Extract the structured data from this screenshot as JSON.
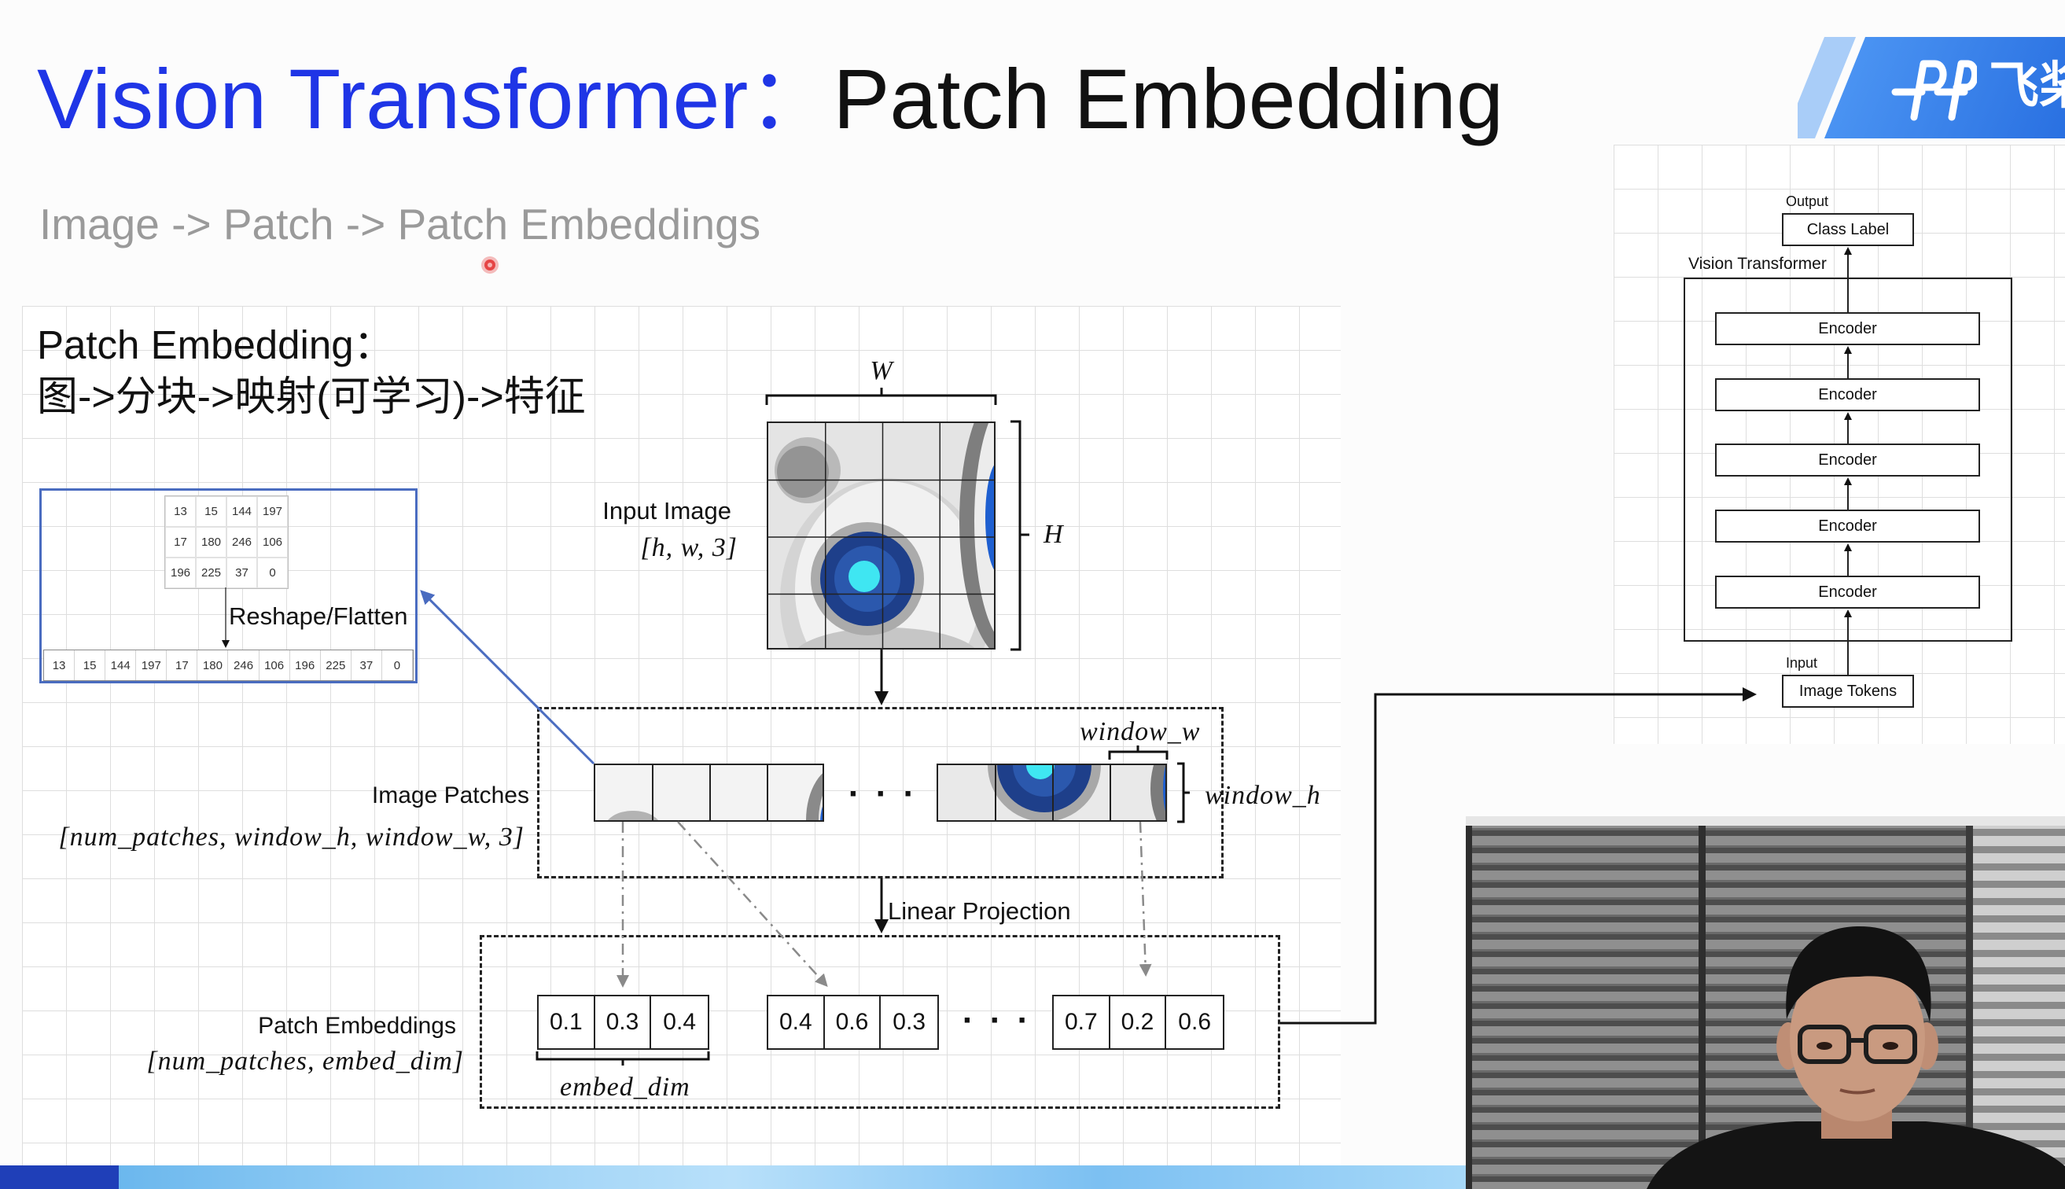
{
  "title": {
    "part1": "Vision Transformer：",
    "part2": "Patch Embedding"
  },
  "subtitle": "Image -> Patch -> Patch Embeddings",
  "logo": {
    "text": "飞桨",
    "icon": "paddlepaddle-pp-logo-icon"
  },
  "colors": {
    "title_blue": "#1f35e6",
    "diagram_blue": "#4a6cc0",
    "logo_blue": "#1d63db",
    "cursor_red": "#e64545",
    "eye_cyan": "#3fe6f2",
    "eye_navy": "#1e3f8a"
  },
  "patch_embedding": {
    "heading": "Patch Embedding：",
    "steps": "图->分块->映射(可学习)->特征",
    "flatten_example": {
      "matrix": [
        [
          "13",
          "15",
          "144",
          "197"
        ],
        [
          "17",
          "180",
          "246",
          "106"
        ],
        [
          "196",
          "225",
          "37",
          "0"
        ]
      ],
      "operation": "Reshape/Flatten",
      "flattened": [
        "13",
        "15",
        "144",
        "197",
        "17",
        "180",
        "246",
        "106",
        "196",
        "225",
        "37",
        "0"
      ]
    },
    "input_image": {
      "label": "Input Image",
      "shape": "[h, w, 3]",
      "width_symbol": "W",
      "height_symbol": "H"
    },
    "image_patches": {
      "label": "Image Patches",
      "shape": "[num_patches, window_h, window_w, 3]",
      "window_w": "window_w",
      "window_h": "window_h",
      "ellipsis": "· · ·"
    },
    "projection": {
      "label": "Linear Projection"
    },
    "patch_embeddings": {
      "label": "Patch Embeddings",
      "shape": "[num_patches, embed_dim]",
      "vectors": [
        [
          "0.1",
          "0.3",
          "0.4"
        ],
        [
          "0.4",
          "0.6",
          "0.3"
        ],
        [
          "0.7",
          "0.2",
          "0.6"
        ]
      ],
      "ellipsis": "· · ·",
      "embed_dim": "embed_dim"
    }
  },
  "vit_diagram": {
    "output_caption": "Output",
    "output_box": "Class Label",
    "model_caption": "Vision Transformer",
    "encoders": [
      "Encoder",
      "Encoder",
      "Encoder",
      "Encoder",
      "Encoder"
    ],
    "input_caption": "Input",
    "input_box": "Image Tokens"
  }
}
